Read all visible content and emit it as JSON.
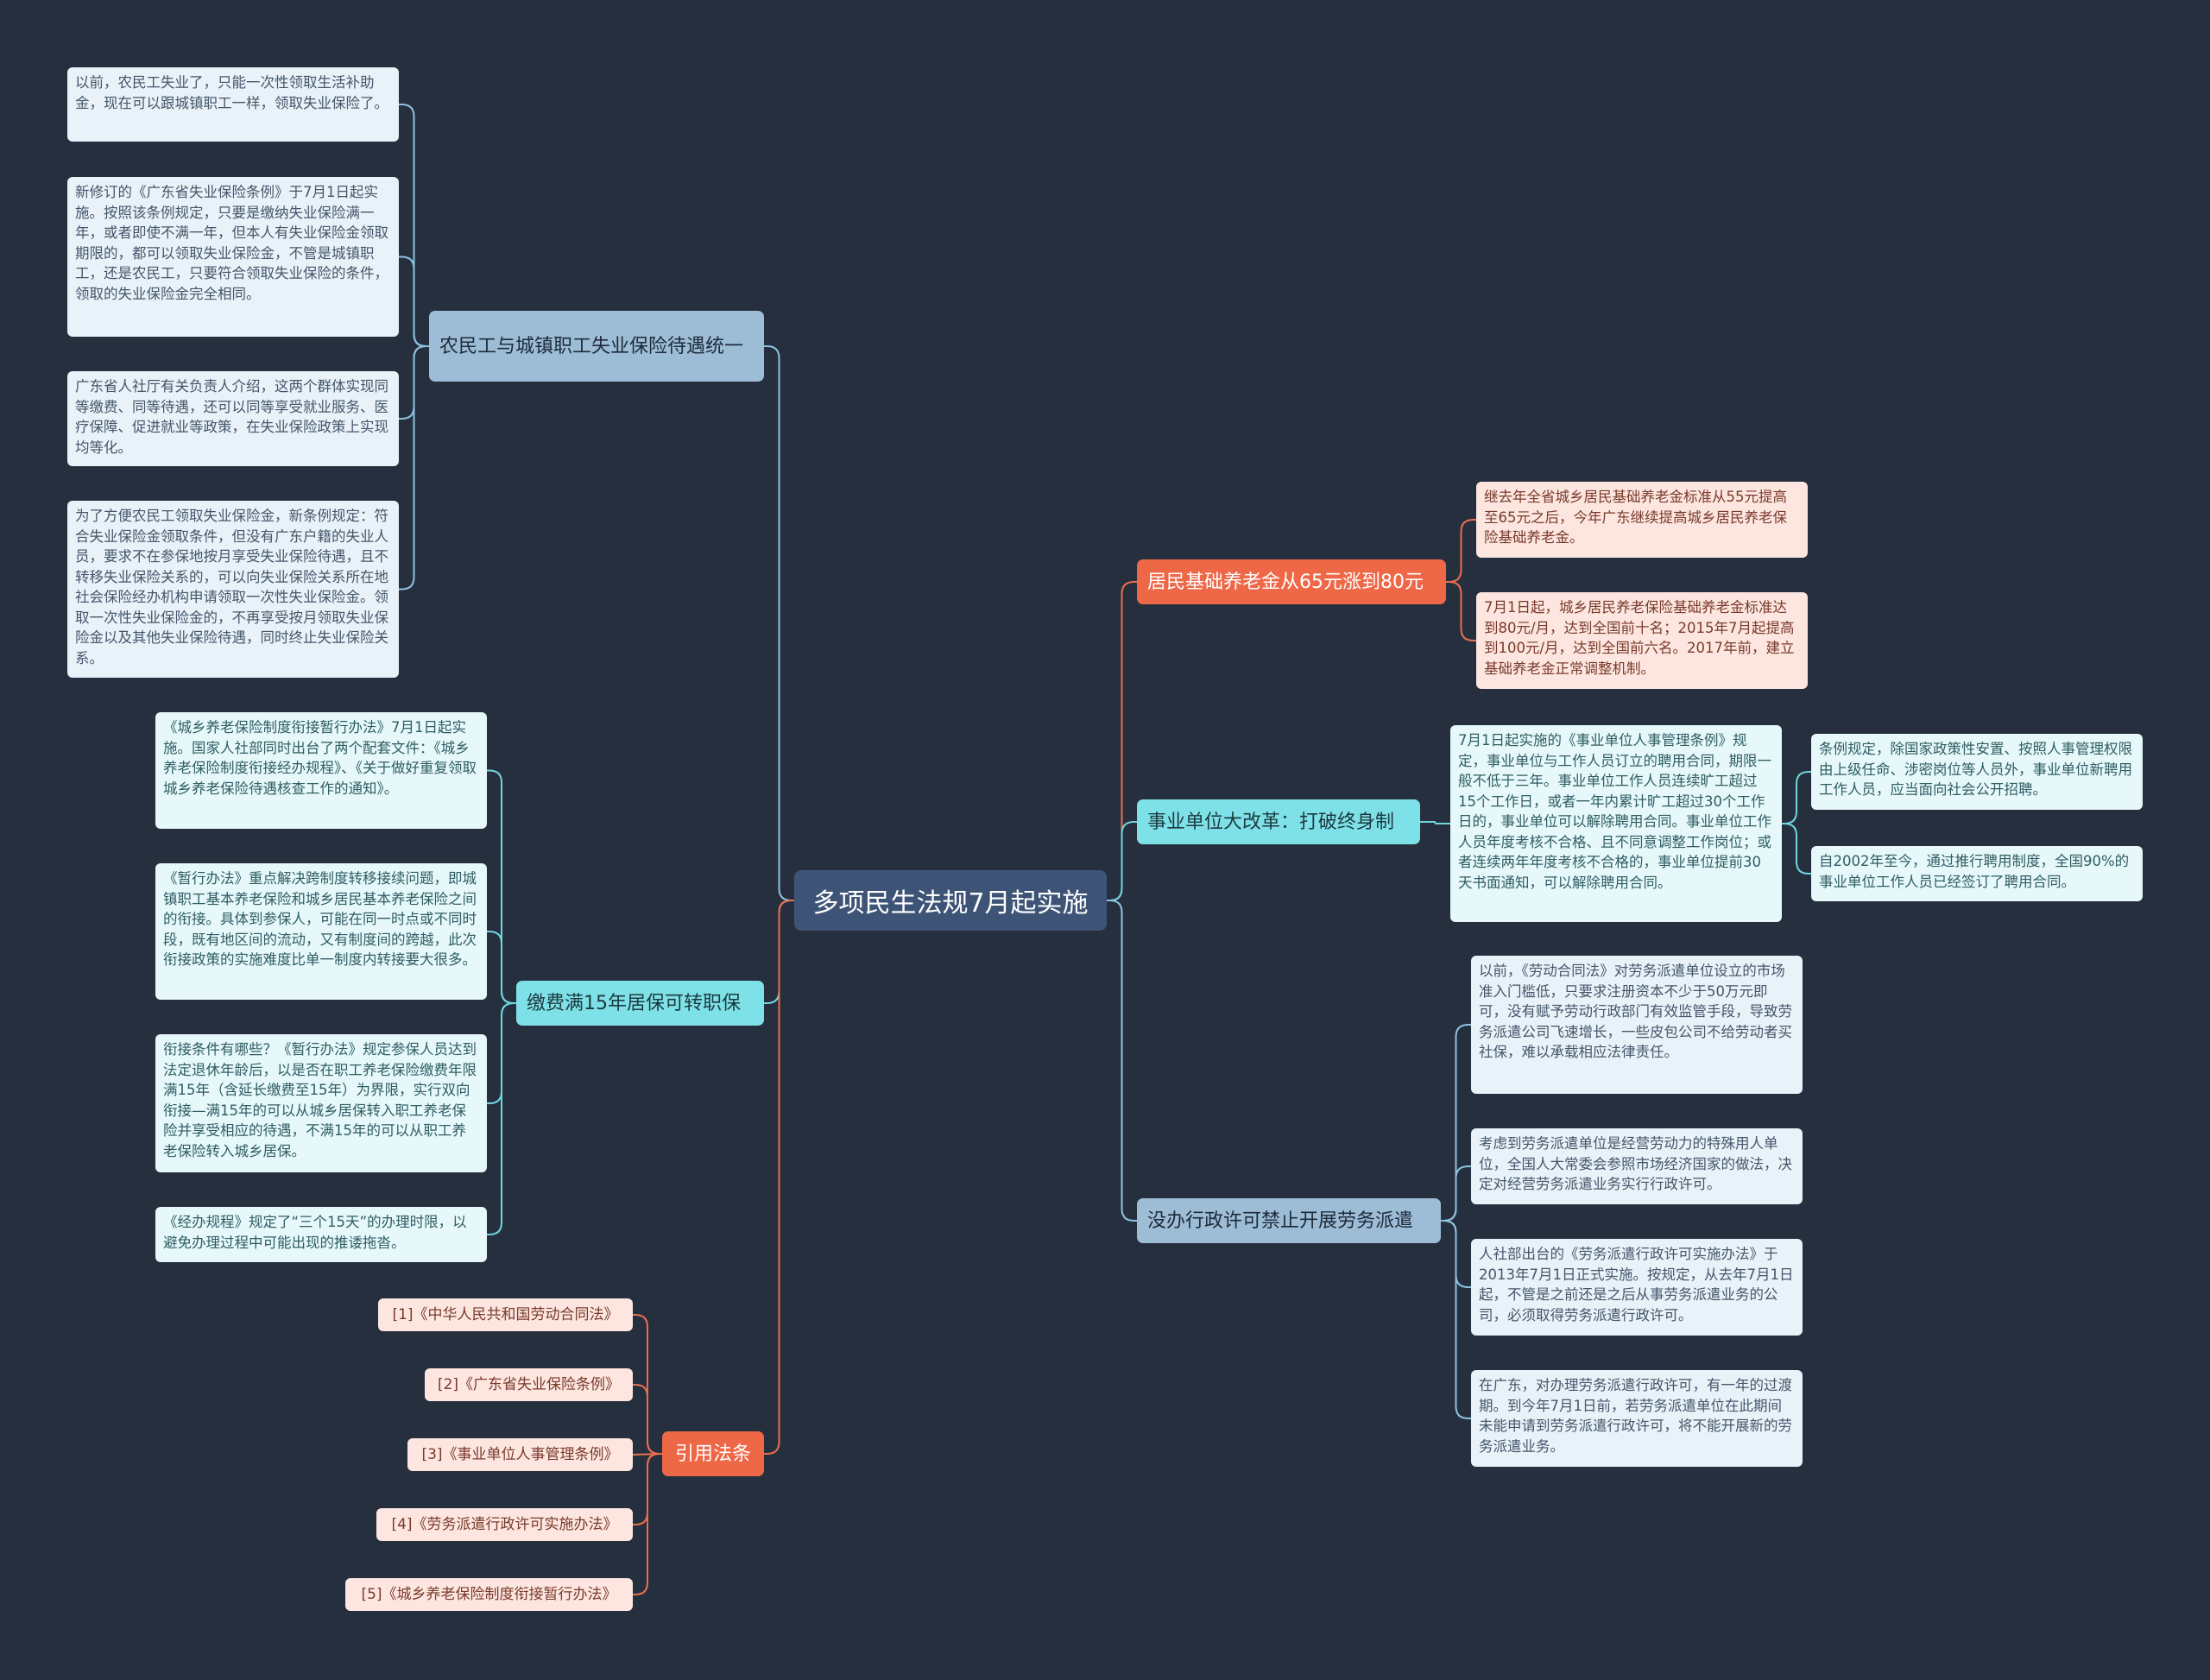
{
  "colors": {
    "background": "#262f3e",
    "root": "#3e5477",
    "blue_branch": "#9dbdd6",
    "cyan_branch": "#7fe1e8",
    "red_branch": "#ee6848",
    "blue_line": "#8ec3e0",
    "cyan_line": "#6fd6de",
    "red_line": "#e8704f"
  },
  "root": {
    "title": "多项民生法规7月起实施"
  },
  "left": {
    "b1": {
      "label": "农民工与城镇职工失业保险待遇统一",
      "leaves": [
        "以前，农民工失业了，只能一次性领取生活补助金，现在可以跟城镇职工一样，领取失业保险了。",
        "新修订的《广东省失业保险条例》于7月1日起实施。按照该条例规定，只要是缴纳失业保险满一年，或者即使不满一年，但本人有失业保险金领取期限的，都可以领取失业保险金，不管是城镇职工，还是农民工，只要符合领取失业保险的条件，领取的失业保险金完全相同。",
        "广东省人社厅有关负责人介绍，这两个群体实现同等缴费、同等待遇，还可以同等享受就业服务、医疗保障、促进就业等政策，在失业保险政策上实现均等化。",
        "为了方便农民工领取失业保险金，新条例规定：符合失业保险金领取条件，但没有广东户籍的失业人员，要求不在参保地按月享受失业保险待遇，且不转移失业保险关系的，可以向失业保险关系所在地社会保险经办机构申请领取一次性失业保险金。领取一次性失业保险金的，不再享受按月领取失业保险金以及其他失业保险待遇，同时终止失业保险关系。"
      ]
    },
    "b2": {
      "label": "缴费满15年居保可转职保",
      "leaves": [
        "《城乡养老保险制度衔接暂行办法》7月1日起实施。国家人社部同时出台了两个配套文件：《城乡养老保险制度衔接经办规程》、《关于做好重复领取城乡养老保险待遇核查工作的通知》。",
        "《暂行办法》重点解决跨制度转移接续问题，即城镇职工基本养老保险和城乡居民基本养老保险之间的衔接。具体到参保人，可能在同一时点或不同时段，既有地区间的流动，又有制度间的跨越，此次衔接政策的实施难度比单一制度内转接要大很多。",
        "衔接条件有哪些？《暂行办法》规定参保人员达到法定退休年龄后，以是否在职工养老保险缴费年限满15年（含延长缴费至15年）为界限，实行双向衔接—满15年的可以从城乡居保转入职工养老保险并享受相应的待遇，不满15年的可以从职工养老保险转入城乡居保。",
        "《经办规程》规定了“三个15天”的办理时限，以避免办理过程中可能出现的推诿拖沓。"
      ]
    },
    "b3": {
      "label": "引用法条",
      "refs": [
        "[1]《中华人民共和国劳动合同法》",
        "[2]《广东省失业保险条例》",
        "[3]《事业单位人事管理条例》",
        "[4]《劳务派遣行政许可实施办法》",
        "[5]《城乡养老保险制度衔接暂行办法》"
      ]
    }
  },
  "right": {
    "b4": {
      "label": "居民基础养老金从65元涨到80元",
      "leaves": [
        "继去年全省城乡居民基础养老金标准从55元提高至65元之后，今年广东继续提高城乡居民养老保险基础养老金。",
        "7月1日起，城乡居民养老保险基础养老金标准达到80元/月，达到全国前十名；2015年7月起提高到100元/月，达到全国前六名。2017年前，建立基础养老金正常调整机制。"
      ]
    },
    "b5": {
      "label": "事业单位大改革：打破终身制",
      "leaf": "7月1日起实施的《事业单位人事管理条例》规定，事业单位与工作人员订立的聘用合同，期限一般不低于三年。事业单位工作人员连续旷工超过15个工作日，或者一年内累计旷工超过30个工作日的，事业单位可以解除聘用合同。事业单位工作人员年度考核不合格、且不同意调整工作岗位；或者连续两年年度考核不合格的，事业单位提前30天书面通知，可以解除聘用合同。",
      "subleaves": [
        "条例规定，除国家政策性安置、按照人事管理权限由上级任命、涉密岗位等人员外，事业单位新聘用工作人员，应当面向社会公开招聘。",
        "自2002年至今，通过推行聘用制度，全国90%的事业单位工作人员已经签订了聘用合同。"
      ]
    },
    "b6": {
      "label": "没办行政许可禁止开展劳务派遣",
      "leaves": [
        "以前，《劳动合同法》对劳务派遣单位设立的市场准入门槛低，只要求注册资本不少于50万元即可，没有赋予劳动行政部门有效监管手段，导致劳务派遣公司飞速增长，一些皮包公司不给劳动者买社保，难以承载相应法律责任。",
        "考虑到劳务派遣单位是经营劳动力的特殊用人单位，全国人大常委会参照市场经济国家的做法，决定对经营劳务派遣业务实行行政许可。",
        "人社部出台的《劳务派遣行政许可实施办法》于2013年7月1日正式实施。按规定，从去年7月1日起，不管是之前还是之后从事劳务派遣业务的公司，必须取得劳务派遣行政许可。",
        "在广东，对办理劳务派遣行政许可，有一年的过渡期。到今年7月1日前，若劳务派遣单位在此期间未能申请到劳务派遣行政许可，将不能开展新的劳务派遣业务。"
      ]
    }
  }
}
